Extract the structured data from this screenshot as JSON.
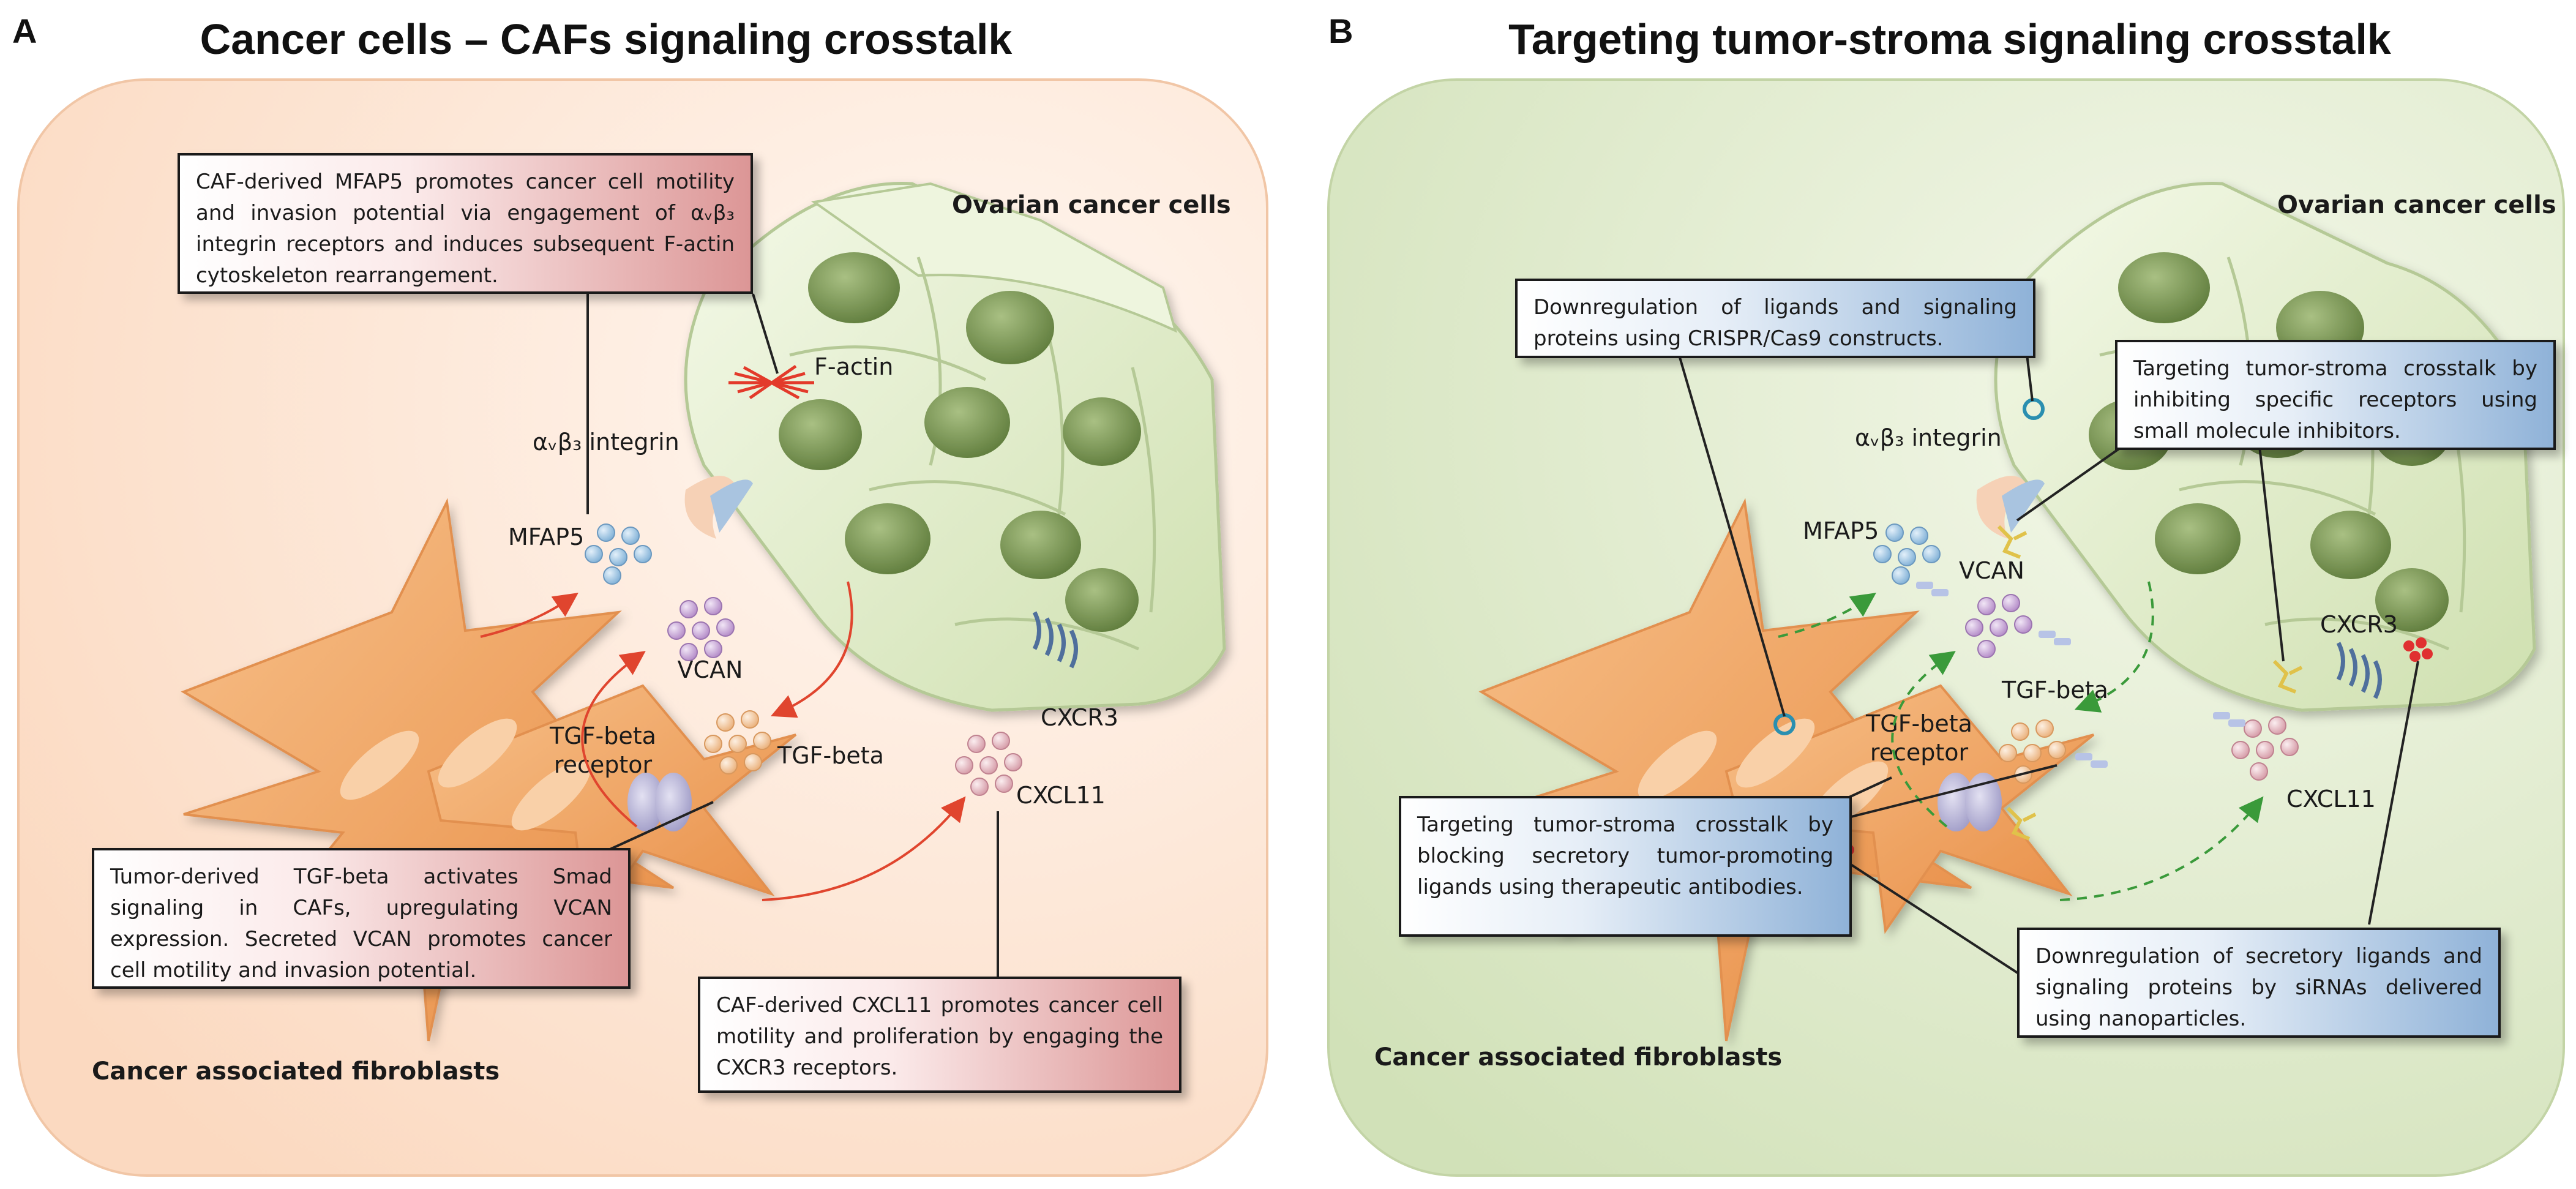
{
  "panel_a": {
    "letter": "A",
    "title": "Cancer cells – CAFs signaling crosstalk",
    "labels": {
      "ovarian": "Ovarian cancer cells",
      "factin": "F-actin",
      "integrin": "αᵥβ₃ integrin",
      "mfap5": "MFAP5",
      "vcan": "VCAN",
      "tgfb": "TGF-beta",
      "tgfb_receptor_1": "TGF-beta",
      "tgfb_receptor_2": "receptor",
      "cxcr3": "CXCR3",
      "cxcl11": "CXCL11",
      "cafs": "Cancer associated fibroblasts"
    },
    "boxes": {
      "mfap5": "CAF-derived MFAP5 promotes cancer cell motility and invasion potential via engagement of αᵥβ₃ integrin receptors and induces subsequent F-actin cytoskeleton rearrangement.",
      "tgfb": "Tumor-derived TGF-beta activates Smad signaling in CAFs, upregulating VCAN expression. Secreted VCAN promotes cancer cell motility and invasion potential.",
      "cxcl11": "CAF-derived CXCL11 promotes cancer cell motility and proliferation by engaging the CXCR3 receptors."
    }
  },
  "panel_b": {
    "letter": "B",
    "title": "Targeting tumor-stroma signaling crosstalk",
    "labels": {
      "ovarian": "Ovarian cancer cells",
      "integrin": "αᵥβ₃ integrin",
      "mfap5": "MFAP5",
      "vcan": "VCAN",
      "tgfb": "TGF-beta",
      "tgfb_receptor_1": "TGF-beta",
      "tgfb_receptor_2": "receptor",
      "cxcr3": "CXCR3",
      "cxcl11": "CXCL11",
      "cafs": "Cancer associated fibroblasts"
    },
    "boxes": {
      "crispr": "Downregulation of ligands and signaling proteins using CRISPR/Cas9 constructs.",
      "small_molecule": "Targeting tumor-stroma crosstalk by inhibiting specific receptors using small molecule inhibitors.",
      "antibodies": "Targeting tumor-stroma crosstalk by blocking secretory tumor-promoting ligands using therapeutic antibodies.",
      "sirna": "Downregulation of secretory ligands and signaling proteins by siRNAs delivered using nanoparticles."
    }
  },
  "colors": {
    "panel_a_bg": "#fde3cf",
    "panel_b_bg": "#dde8c9",
    "cancer_cell": "#e4efcf",
    "nucleus": "#7e9a55",
    "fibroblast": "#f2a868",
    "signal_arrow_red": "#e0452e",
    "signal_arrow_green": "#3a9a3a",
    "mfap5": "#9cc3e0",
    "vcan": "#c9a6d8",
    "tgfb": "#f3c79b",
    "cxcl11": "#e6b7c0",
    "sirna": "#e03030"
  }
}
